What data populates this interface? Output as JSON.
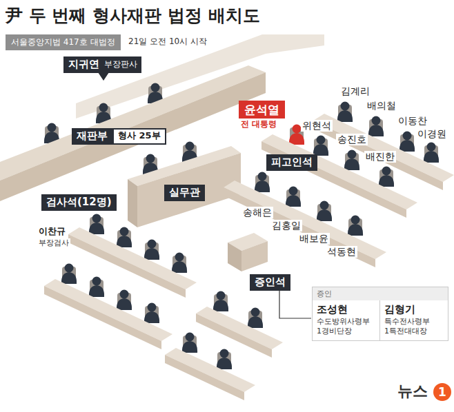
{
  "diagram": {
    "title": "尹 두 번째 형사재판 법정 배치도",
    "nodes": [
      {
        "text": [
          "서울중앙지법 417호 대법정"
        ]
      },
      {
        "text": [
          "지귀연",
          "부장판사"
        ]
      },
      {
        "text": [
          "재판부",
          "형사 25부"
        ]
      },
      {
        "text": [
          "윤석열",
          "전 대통령"
        ]
      },
      {
        "text": [
          "피고인석"
        ]
      },
      {
        "text": [
          "실무관"
        ]
      },
      {
        "text": [
          "검사석(12명)"
        ]
      },
      {
        "text": [
          "증인석"
        ]
      },
      {
        "text": [
          "증인",
          "조성현",
          "수도방위사령부 1경비단장",
          "김형기",
          "특수전사령부 1특전대대장"
        ]
      }
    ],
    "labels": [
      "21일 오전 10시 시작",
      "김계리",
      "배의철",
      "위현석",
      "이동찬",
      "이경원",
      "송진호",
      "배진한",
      "송해은",
      "김홍일",
      "배보윤",
      "석동현",
      "이찬규",
      "부장검사",
      "뉴스",
      "1"
    ]
  }
}
